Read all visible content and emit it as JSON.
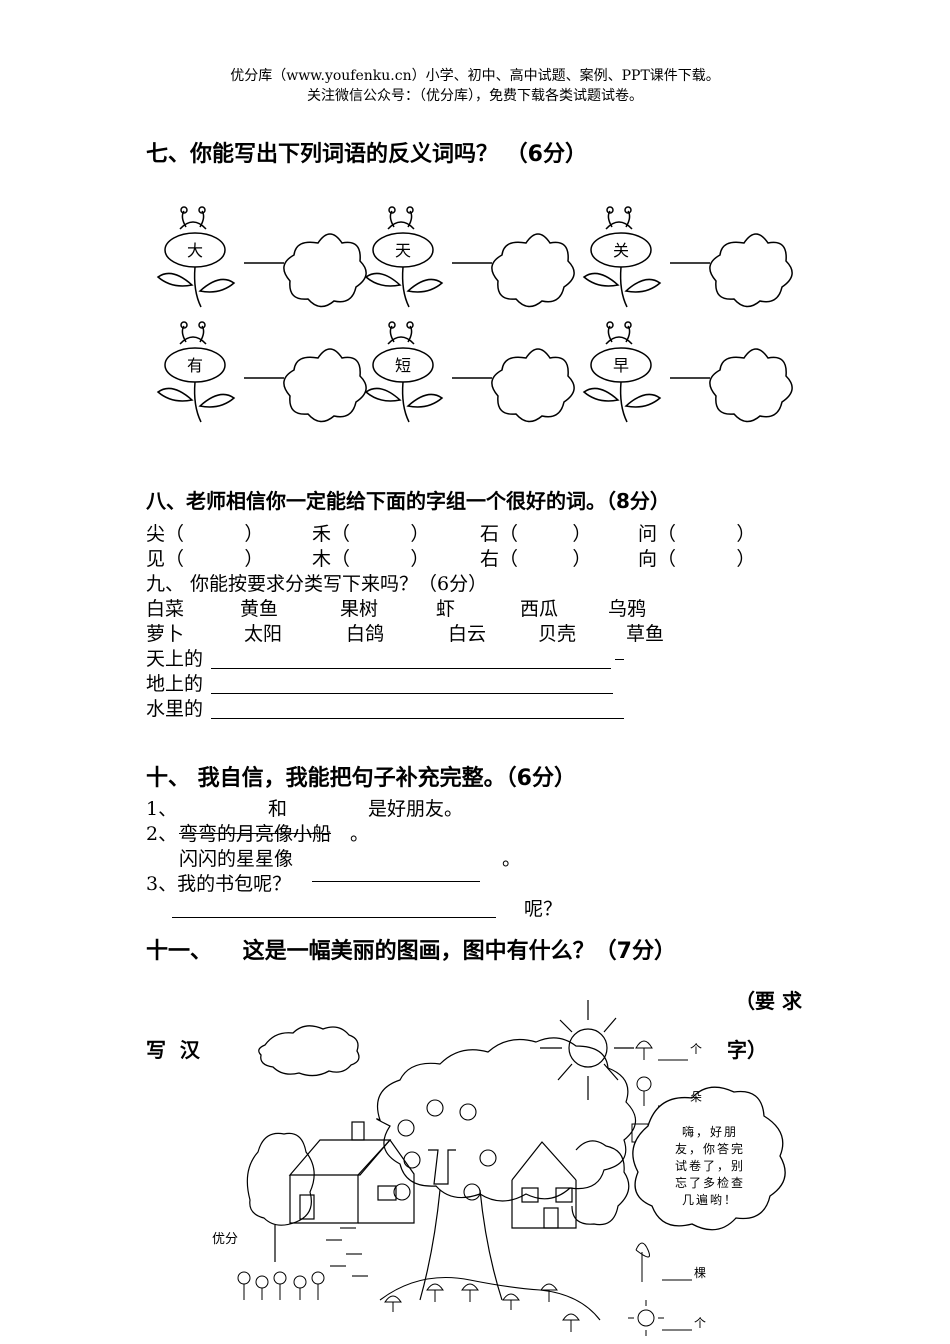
{
  "header": {
    "line1": "优分库（www.youfenku.cn）小学、初中、高中试题、案例、PPT课件下载。",
    "line2": "关注微信公众号：（优分库），免费下载各类试题试卷。"
  },
  "section7": {
    "title": "七、你能写出下列词语的反义词吗？ （6分）",
    "flowers": [
      "大",
      "天",
      "关",
      "有",
      "短",
      "早"
    ]
  },
  "section8": {
    "title": "八、老师相信你一定能给下面的字组一个很好的词。（8分）",
    "row1": [
      "尖（          ）",
      "禾（          ）",
      "石（         ）",
      "问（          ）"
    ],
    "row2": [
      "见（          ）",
      "木（          ）",
      "右（         ）",
      "向（          ）"
    ]
  },
  "section9": {
    "title": "九、 你能按要求分类写下来吗？（6分）",
    "words_row1": [
      "白菜",
      "黄鱼",
      "果树",
      "虾",
      "西瓜",
      "乌鸦"
    ],
    "words_row2": [
      "萝卜",
      "太阳",
      "白鸽",
      "白云",
      "贝壳",
      "草鱼"
    ],
    "lines": [
      "天上的",
      "地上的",
      "水里的"
    ]
  },
  "section10": {
    "title": "十、 我自信，我能把句子补充完整。（6分）",
    "item1_prefix": "1、",
    "item1_and": "和",
    "item1_suffix": "是好朋友。",
    "item2_prefix": "2、",
    "item2_example": "弯弯的月亮像小船",
    "item2_example_end": "。",
    "item2_line": "闪闪的星星像",
    "item2_end": "。",
    "item3": "3、我的书包呢？",
    "item3_end": "呢？"
  },
  "section11": {
    "title": "十一、    这是一幅美丽的图画，图中有什么？（7分）",
    "req_part1": "（要 求",
    "req_part2a": "写  汉",
    "req_part2b": "字）",
    "counters": [
      "个",
      "朵",
      "棵",
      "个"
    ],
    "bubble": [
      "嗨，好朋",
      "友，你答完",
      "试卷了，别",
      "忘了多检查",
      "几遍哟！"
    ],
    "watermark": "优分"
  }
}
